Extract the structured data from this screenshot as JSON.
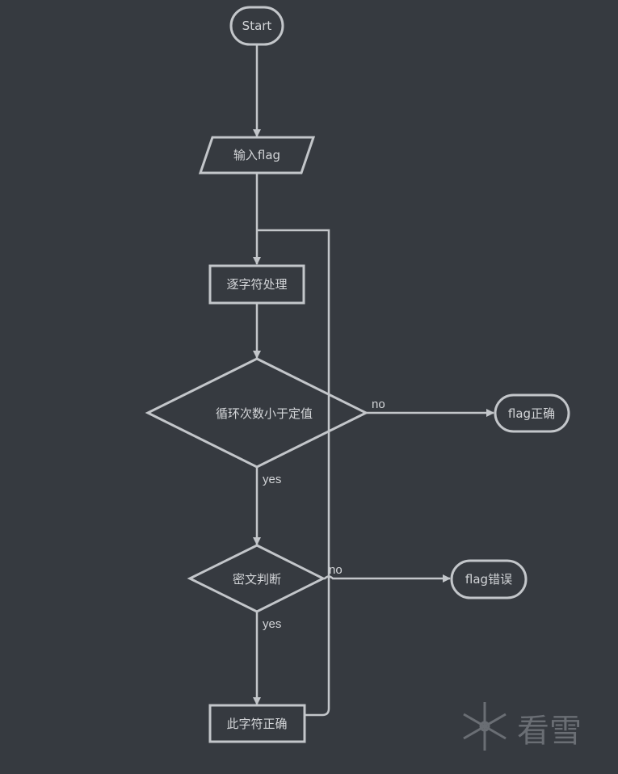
{
  "nodes": {
    "start": "Start",
    "input": "输入flag",
    "process": "逐字符处理",
    "loop_check": "循环次数小于定值",
    "cipher_check": "密文判断",
    "char_ok": "此字符正确",
    "flag_ok": "flag正确",
    "flag_wrong": "flag错误"
  },
  "edges": {
    "loop_no": "no",
    "loop_yes": "yes",
    "cipher_no": "no",
    "cipher_yes": "yes"
  },
  "watermark": "看雪"
}
